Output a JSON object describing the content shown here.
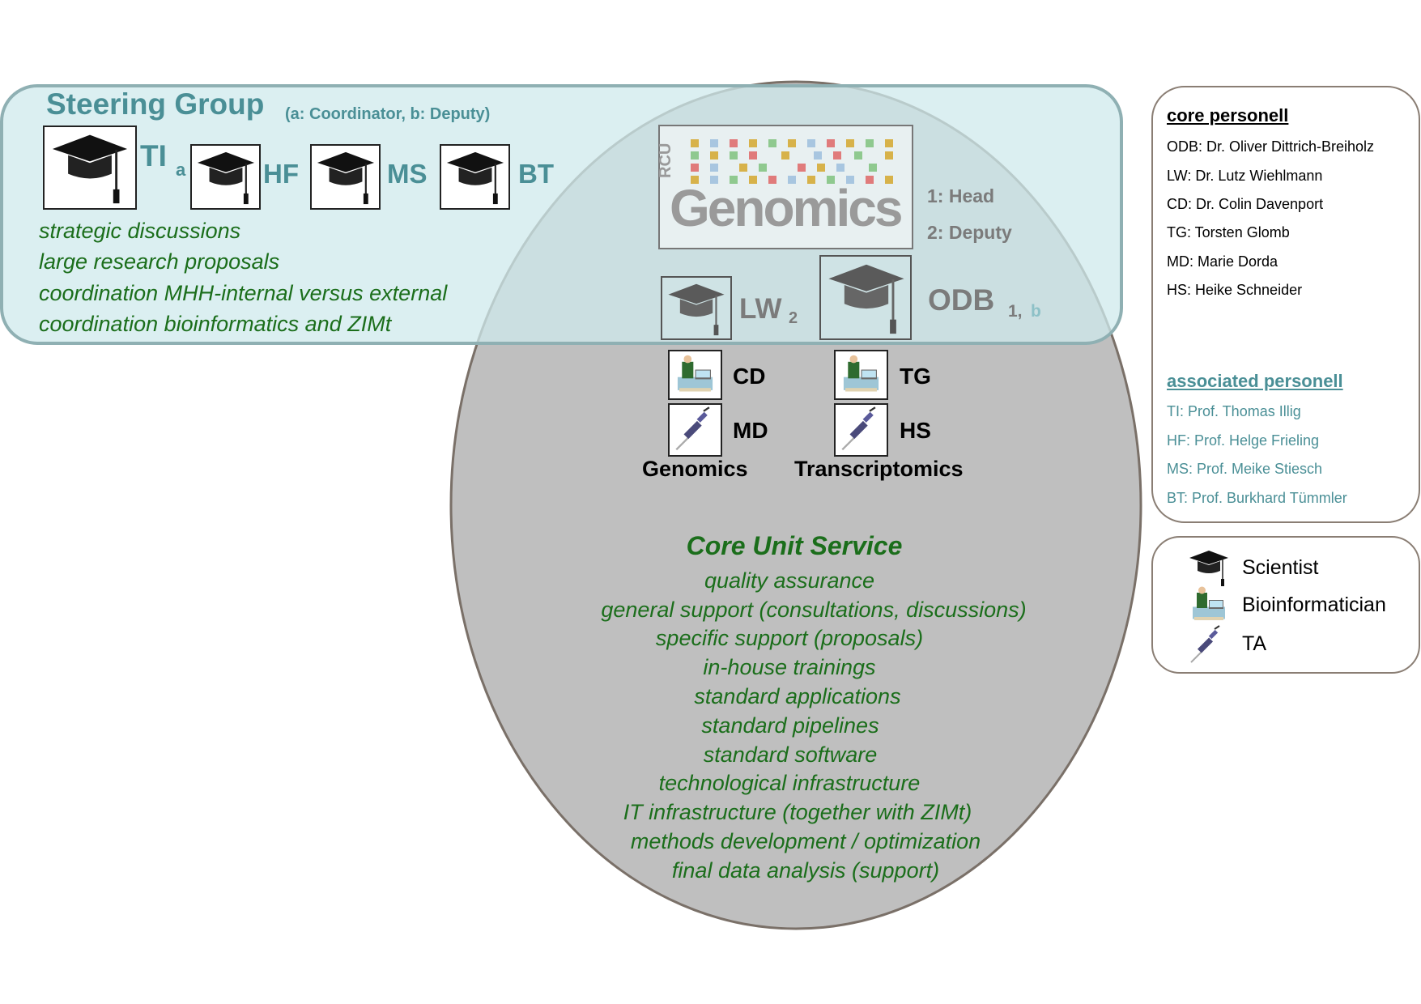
{
  "steering": {
    "title": "Steering Group",
    "subtitle": "(a: Coordinator, b: Deputy)",
    "members": [
      {
        "code": "TI",
        "sub": "a"
      },
      {
        "code": "HF",
        "sub": ""
      },
      {
        "code": "MS",
        "sub": ""
      },
      {
        "code": "BT",
        "sub": ""
      }
    ],
    "tasks": [
      "strategic discussions",
      "large research proposals",
      "coordination MHH-internal versus external",
      "coordination bioinformatics and ZIMt"
    ]
  },
  "logo": {
    "rcu": "RCU",
    "name": "Genomics"
  },
  "roles": {
    "head": "1: Head",
    "deputy": "2: Deputy"
  },
  "heads": {
    "lw": {
      "code": "LW",
      "sub": "2"
    },
    "odb": {
      "code": "ODB",
      "sub1": "1,",
      "sub2": "b"
    }
  },
  "staff": {
    "cd": "CD",
    "tg": "TG",
    "md": "MD",
    "hs": "HS",
    "genomics": "Genomics",
    "transcriptomics": "Transcriptomics"
  },
  "service": {
    "title": "Core Unit Service",
    "items": [
      "quality assurance",
      "general support (consultations, discussions)",
      "specific support (proposals)",
      "in-house trainings",
      "standard applications",
      "standard pipelines",
      "standard software",
      "technological infrastructure",
      "IT infrastructure (together with ZIMt)",
      "methods development / optimization",
      "final data analysis (support)"
    ]
  },
  "core_personell": {
    "title": "core personell",
    "items": [
      "ODB: Dr. Oliver Dittrich-Breiholz",
      "LW: Dr. Lutz Wiehlmann",
      "CD: Dr. Colin Davenport",
      "TG: Torsten Glomb",
      "MD: Marie Dorda",
      "HS: Heike Schneider"
    ]
  },
  "associated_personell": {
    "title": "associated personell",
    "items": [
      "TI: Prof. Thomas Illig",
      "HF: Prof. Helge Frieling",
      "MS: Prof. Meike Stiesch",
      "BT: Prof. Burkhard Tümmler"
    ]
  },
  "legend": {
    "scientist": "Scientist",
    "bioinformatician": "Bioinformatician",
    "ta": "TA"
  },
  "colors": {
    "teal": "#4a8f96",
    "green": "#1b6e1b",
    "gray_fill": "#bfbfbf",
    "steering_fill": "#d9eef0"
  }
}
